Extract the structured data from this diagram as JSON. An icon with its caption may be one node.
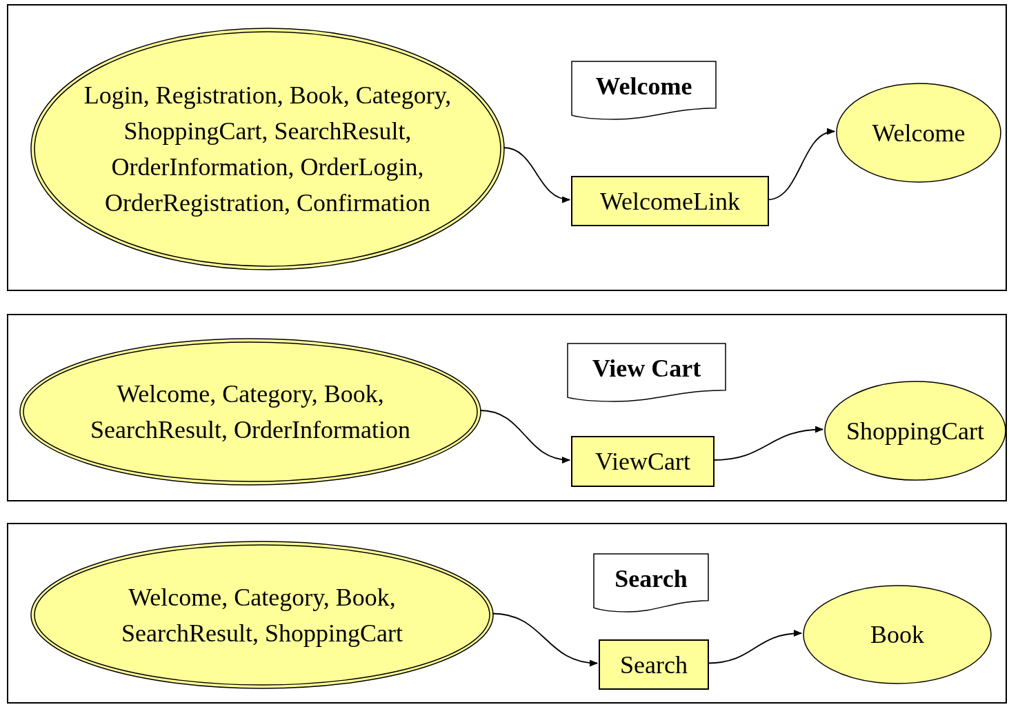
{
  "diagram": {
    "nodes": [
      {
        "text": [],
        "shape": "box"
      },
      {
        "text": [
          "Login, Registration, Book, Category, ShoppingCart, SearchResult, OrderInformation, OrderLogin, OrderRegistration, Confirmation"
        ],
        "in": 0
      },
      {
        "text": [
          "Welcome"
        ],
        "in": 0
      },
      {
        "text": [
          "WelcomeLink"
        ],
        "in": 0
      },
      {
        "text": [
          "Welcome"
        ],
        "in": 0
      },
      {
        "text": [],
        "shape": "box"
      },
      {
        "text": [
          "Welcome, Category, Book, SearchResult, OrderInformation"
        ],
        "in": 5
      },
      {
        "text": [
          "View Cart"
        ],
        "in": 5
      },
      {
        "text": [
          "ViewCart"
        ],
        "in": 5
      },
      {
        "text": [
          "ShoppingCart"
        ],
        "in": 5
      },
      {
        "text": [],
        "shape": "box"
      },
      {
        "text": [
          "Welcome, Category, Book, SearchResult, ShoppingCart"
        ],
        "in": 10
      },
      {
        "text": [
          "Search"
        ],
        "in": 10
      },
      {
        "text": [
          "Search"
        ],
        "in": 10
      },
      {
        "text": [
          "Book"
        ],
        "in": 10
      }
    ],
    "edges": [
      {
        "from": 1,
        "to": 3,
        "arrow": "to"
      },
      {
        "from": 3,
        "to": 4,
        "arrow": "to"
      },
      {
        "from": 6,
        "to": 8,
        "arrow": "to"
      },
      {
        "from": 8,
        "to": 9,
        "arrow": "to"
      },
      {
        "from": 11,
        "to": 13,
        "arrow": "to"
      },
      {
        "from": 13,
        "to": 14,
        "arrow": "to"
      }
    ]
  }
}
